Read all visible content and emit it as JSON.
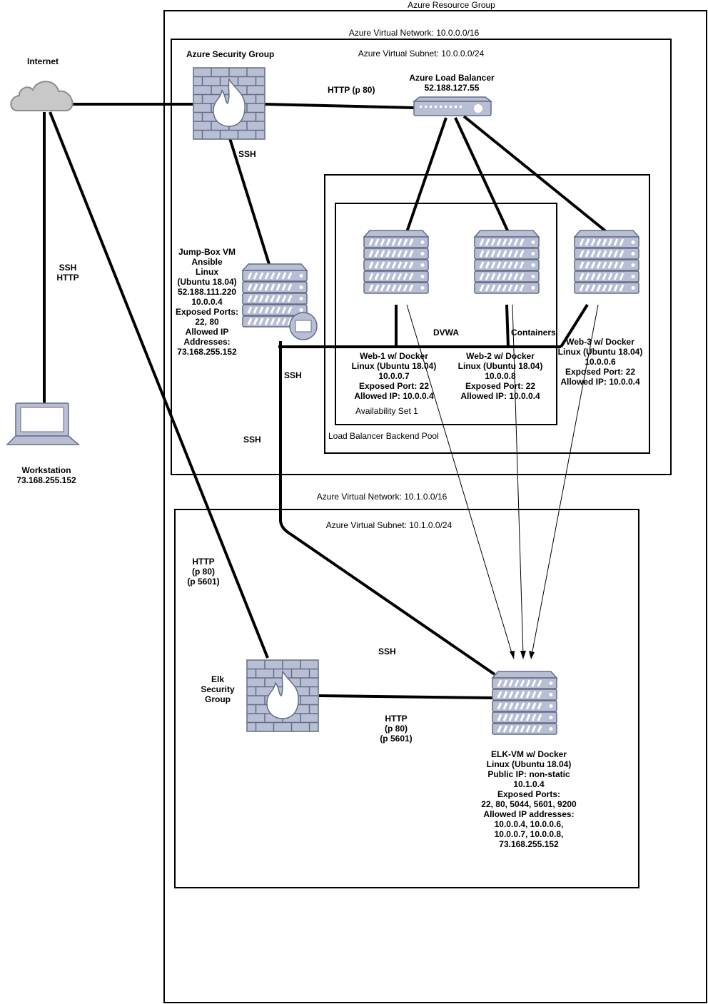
{
  "boxes": {
    "resource_group": "Azure Resource Group",
    "vnet1": "Azure Virtual Network: 10.0.0.0/16",
    "subnet1": "Azure Virtual Subnet: 10.0.0.0/24",
    "vnet2": "Azure Virtual Network: 10.1.0.0/16",
    "subnet2": "Azure Virtual Subnet: 10.1.0.0/24",
    "backend_pool": "Load Balancer Backend Pool",
    "availability_set": "Availability Set 1"
  },
  "nodes": {
    "internet": {
      "label": "Internet",
      "icon": "cloud-icon"
    },
    "workstation": {
      "label": "Workstation\n73.168.255.152",
      "icon": "laptop-icon"
    },
    "azure_security_group": {
      "label": "Azure Security Group",
      "icon": "firewall-icon"
    },
    "load_balancer": {
      "label": "Azure Load Balancer\n52.188.127.55",
      "icon": "load-balancer-icon"
    },
    "jump_box": {
      "label": "Jump-Box VM\nAnsible\nLinux\n(Ubuntu 18.04)\n52.188.111.220\n10.0.0.4\nExposed Ports:\n22, 80\nAllowed IP\nAddresses:\n73.168.255.152",
      "icon": "server-icon"
    },
    "web1": {
      "label": "Web-1 w/ Docker\nLinux (Ubuntu 18.04)\n10.0.0.7\nExposed Port: 22\nAllowed IP: 10.0.0.4",
      "icon": "server-icon"
    },
    "web2": {
      "label": "Web-2 w/ Docker\nLinux (Ubuntu 18.04)\n10.0.0.8\nExposed Port: 22\nAllowed IP: 10.0.0.4",
      "icon": "server-icon"
    },
    "web3": {
      "label": "Web-3 w/ Docker\nLinux (Ubuntu 18.04)\n10.0.0.6\nExposed Port: 22\nAllowed IP: 10.0.0.4",
      "icon": "server-icon"
    },
    "elk_security_group": {
      "label": "Elk\nSecurity\nGroup",
      "icon": "firewall-icon"
    },
    "elk_vm": {
      "label": "ELK-VM w/ Docker\nLinux (Ubuntu 18.04)\nPublic IP: non-static\n10.1.0.4\nExposed Ports:\n22, 80, 5044, 5601, 9200\nAllowed IP addresses:\n10.0.0.4, 10.0.0.6,\n10.0.0.7, 10.0.0.8,\n73.168.255.152",
      "icon": "server-icon"
    }
  },
  "edge_labels": {
    "http_p80": "HTTP (p 80)",
    "ssh_http": "SSH\nHTTP",
    "ssh_top": "SSH",
    "ssh_mid": "SSH",
    "ssh_left": "SSH",
    "ssh_elk": "SSH",
    "http_elk_left": "HTTP\n(p 80)\n(p 5601)",
    "http_elk_right": "HTTP\n(p 80)\n(p 5601)",
    "dvwa": "DVWA",
    "containers": "Containers"
  },
  "colors": {
    "line": "#000000",
    "device_fill": "#b8bfd4",
    "device_stroke": "#646d87",
    "cloud_fill": "#c8c8c8",
    "cloud_stroke": "#8c8c8c"
  }
}
